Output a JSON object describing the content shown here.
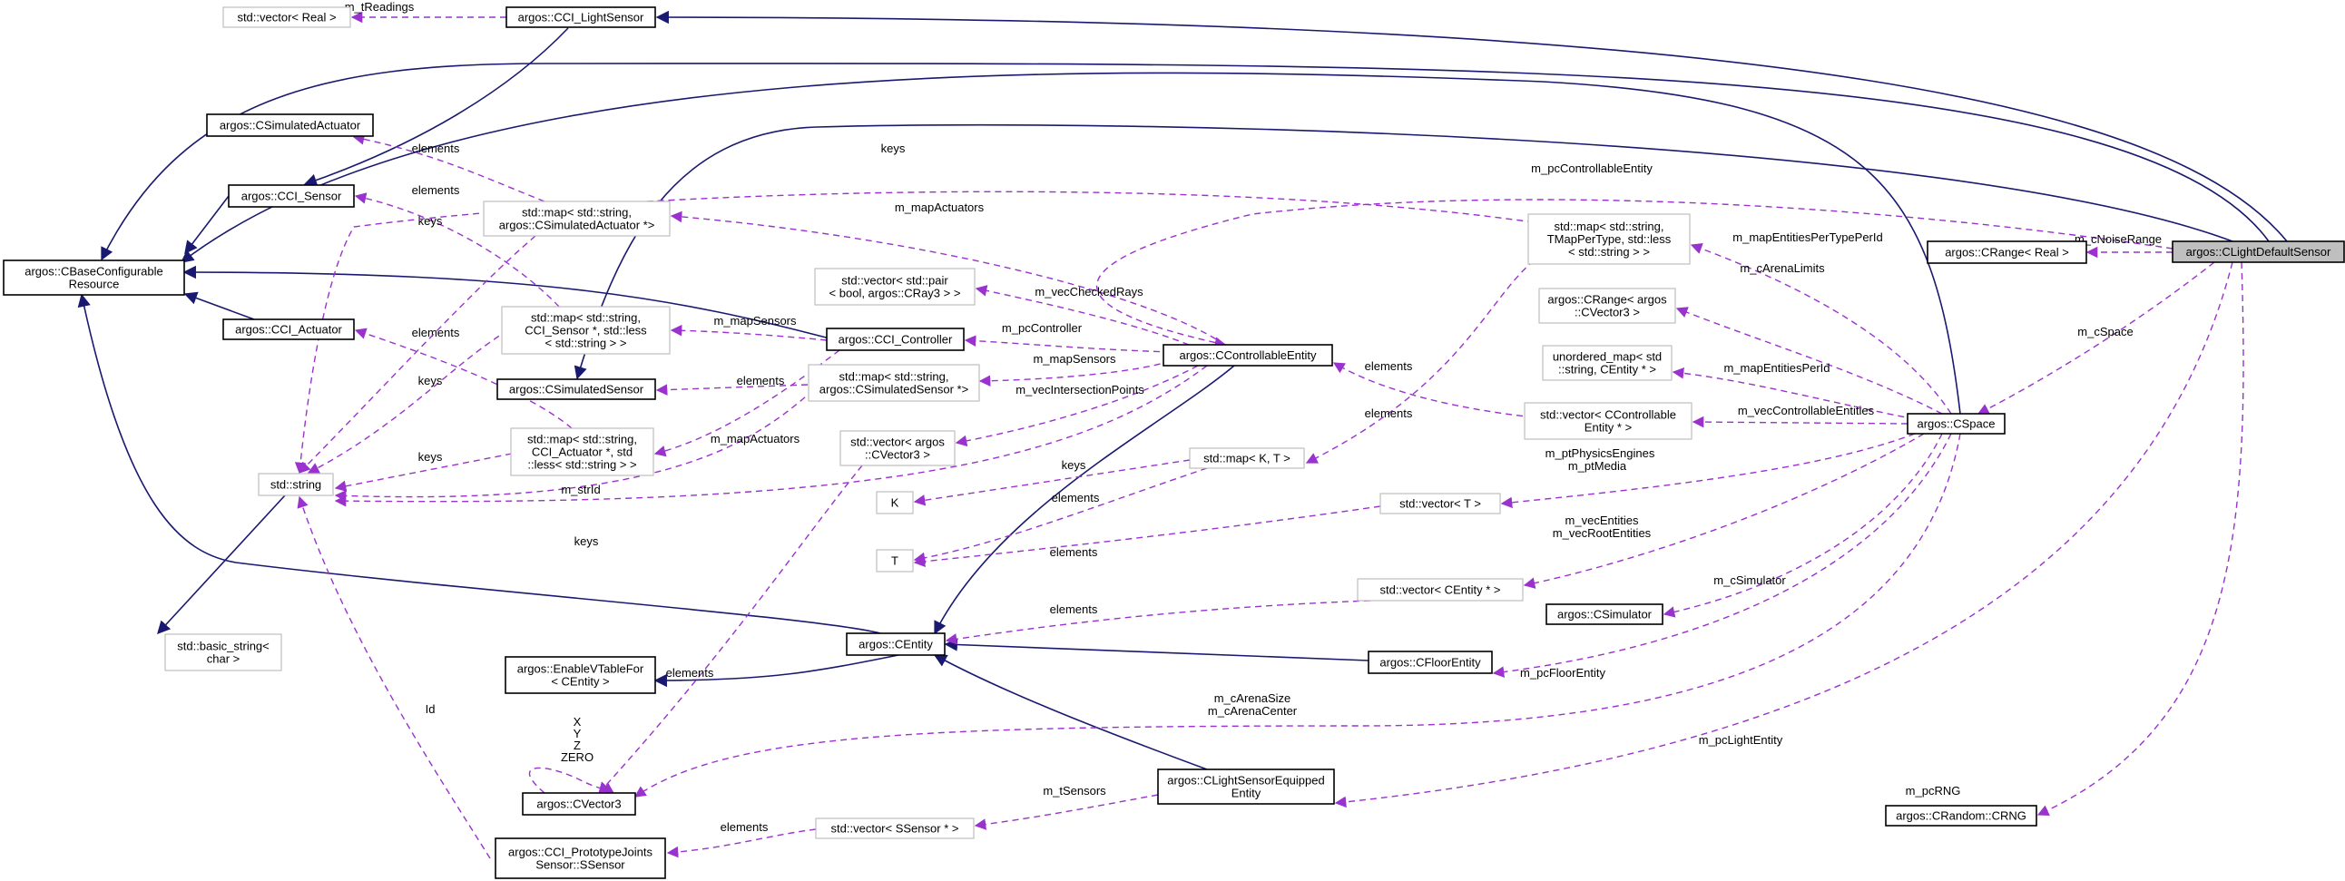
{
  "nodes": {
    "clightdefaultsensor": [
      "argos::CLightDefaultSensor"
    ],
    "ccilightsensor": [
      "argos::CCI_LightSensor"
    ],
    "vectorreal": [
      "std::vector< Real >"
    ],
    "csimactuator": [
      "argos::CSimulatedActuator"
    ],
    "ccisensor": [
      "argos::CCI_Sensor"
    ],
    "cbaseconfig": [
      "argos::CBaseConfigurable",
      "Resource"
    ],
    "cciactuator": [
      "argos::CCI_Actuator"
    ],
    "mapstrsimact": [
      "std::map< std::string,",
      "argos::CSimulatedActuator *>"
    ],
    "mapstrsensor": [
      "std::map< std::string,",
      "CCI_Sensor *, std::less",
      "< std::string > >"
    ],
    "csimsensor": [
      "argos::CSimulatedSensor"
    ],
    "mapstractuator": [
      "std::map< std::string,",
      "CCI_Actuator *, std",
      "::less< std::string > >"
    ],
    "stdstring": [
      "std::string"
    ],
    "basicstring": [
      "std::basic_string<",
      "char >"
    ],
    "vecpairbool": [
      "std::vector< std::pair",
      "< bool, argos::CRay3 > >"
    ],
    "ccicontroller": [
      "argos::CCI_Controller"
    ],
    "mapstrsimsensor": [
      "std::map< std::string,",
      "argos::CSimulatedSensor *>"
    ],
    "vecvector3": [
      "std::vector< argos",
      "::CVector3 >"
    ],
    "ccontrollable": [
      "argos::CControllableEntity"
    ],
    "maptmappertype": [
      "std::map< std::string,",
      "TMapPerType, std::less",
      "< std::string > >"
    ],
    "crangereal": [
      "argos::CRange< Real >"
    ],
    "crangevector3": [
      "argos::CRange< argos",
      "::CVector3 >"
    ],
    "unorderedmap": [
      "unordered_map< std",
      "::string, CEntity * >"
    ],
    "veccontrollable": [
      "std::vector< CControllable",
      "Entity * >"
    ],
    "cspace": [
      "argos::CSpace"
    ],
    "mapkt": [
      "std::map< K, T >"
    ],
    "k": [
      "K"
    ],
    "t": [
      "T"
    ],
    "vectort": [
      "std::vector< T >"
    ],
    "vecentity": [
      "std::vector< CEntity * >"
    ],
    "csimulator": [
      "argos::CSimulator"
    ],
    "centity": [
      "argos::CEntity"
    ],
    "enablevtable": [
      "argos::EnableVTableFor",
      "< CEntity >"
    ],
    "cfloorentity": [
      "argos::CFloorEntity"
    ],
    "cvector3": [
      "argos::CVector3"
    ],
    "clightequipped": [
      "argos::CLightSensorEquipped",
      "Entity"
    ],
    "vecssensor": [
      "std::vector< SSensor * >"
    ],
    "prototypejoints": [
      "argos::CCI_PrototypeJoints",
      "Sensor::SSensor"
    ],
    "crandomcrng": [
      "argos::CRandom::CRNG"
    ]
  },
  "edges": [
    {
      "from": "clightdefaultsensor",
      "to": "ccilightsensor",
      "kind": "inherit",
      "label": []
    },
    {
      "from": "clightdefaultsensor",
      "to": "cbaseconfig",
      "kind": "inherit",
      "label": []
    },
    {
      "from": "clightdefaultsensor",
      "to": "csimsensor",
      "kind": "inherit",
      "label": []
    },
    {
      "from": "ccilightsensor",
      "to": "ccisensor",
      "kind": "inherit",
      "label": []
    },
    {
      "from": "ccisensor",
      "to": "cbaseconfig",
      "kind": "inherit",
      "label": []
    },
    {
      "from": "cciactuator",
      "to": "cbaseconfig",
      "kind": "inherit",
      "label": []
    },
    {
      "from": "ccicontroller",
      "to": "cbaseconfig",
      "kind": "inherit",
      "label": []
    },
    {
      "from": "centity",
      "to": "cbaseconfig",
      "kind": "inherit",
      "label": []
    },
    {
      "from": "cspace",
      "to": "cbaseconfig",
      "kind": "inherit",
      "label": []
    },
    {
      "from": "stdstring",
      "to": "basicstring",
      "kind": "inherit",
      "label": []
    },
    {
      "from": "centity",
      "to": "enablevtable",
      "kind": "inherit",
      "label": []
    },
    {
      "from": "ccontrollable",
      "to": "centity",
      "kind": "inherit",
      "label": []
    },
    {
      "from": "cfloorentity",
      "to": "centity",
      "kind": "inherit",
      "label": []
    },
    {
      "from": "clightequipped",
      "to": "centity",
      "kind": "inherit",
      "label": []
    },
    {
      "from": "ccilightsensor",
      "to": "vectorreal",
      "kind": "use",
      "label": [
        "m_tReadings"
      ]
    },
    {
      "from": "mapstrsimact",
      "to": "csimactuator",
      "kind": "use",
      "label": [
        "elements"
      ]
    },
    {
      "from": "mapstrsensor",
      "to": "ccisensor",
      "kind": "use",
      "label": [
        "elements"
      ]
    },
    {
      "from": "mapstractuator",
      "to": "cciactuator",
      "kind": "use",
      "label": [
        "elements"
      ]
    },
    {
      "from": "mapstrsimact",
      "to": "stdstring",
      "kind": "use",
      "label": [
        "keys"
      ]
    },
    {
      "from": "mapstrsensor",
      "to": "stdstring",
      "kind": "use",
      "label": [
        "keys"
      ]
    },
    {
      "from": "mapstractuator",
      "to": "stdstring",
      "kind": "use",
      "label": [
        "keys"
      ]
    },
    {
      "from": "maptmappertype",
      "to": "stdstring",
      "kind": "use",
      "label": [
        "keys"
      ]
    },
    {
      "from": "mapstrsimsensor",
      "to": "stdstring",
      "kind": "use",
      "label": [
        "keys"
      ]
    },
    {
      "from": "ccontrollable",
      "to": "stdstring",
      "kind": "use",
      "label": [
        "m_strId"
      ]
    },
    {
      "from": "prototypejoints",
      "to": "stdstring",
      "kind": "use",
      "label": [
        "Id"
      ]
    },
    {
      "from": "ccicontroller",
      "to": "mapstrsensor",
      "kind": "use",
      "label": [
        "m_mapSensors"
      ]
    },
    {
      "from": "ccicontroller",
      "to": "mapstractuator",
      "kind": "use",
      "label": [
        "m_mapActuators"
      ]
    },
    {
      "from": "ccontrollable",
      "to": "mapstrsimact",
      "kind": "use",
      "label": [
        "m_mapActuators"
      ]
    },
    {
      "from": "ccontrollable",
      "to": "vecpairbool",
      "kind": "use",
      "label": [
        "m_vecCheckedRays"
      ]
    },
    {
      "from": "ccontrollable",
      "to": "ccicontroller",
      "kind": "use",
      "label": [
        "m_pcController"
      ]
    },
    {
      "from": "ccontrollable",
      "to": "mapstrsimsensor",
      "kind": "use",
      "label": [
        "m_mapSensors"
      ]
    },
    {
      "from": "ccontrollable",
      "to": "vecvector3",
      "kind": "use",
      "label": [
        "m_vecIntersectionPoints"
      ]
    },
    {
      "from": "mapstrsimsensor",
      "to": "csimsensor",
      "kind": "use",
      "label": [
        "elements"
      ]
    },
    {
      "from": "vecvector3",
      "to": "cvector3",
      "kind": "use",
      "label": [
        "elements"
      ]
    },
    {
      "from": "clightdefaultsensor",
      "to": "ccontrollable",
      "kind": "use",
      "label": [
        "m_pcControllableEntity"
      ]
    },
    {
      "from": "clightdefaultsensor",
      "to": "crangereal",
      "kind": "use",
      "label": [
        "m_cNoiseRange"
      ]
    },
    {
      "from": "clightdefaultsensor",
      "to": "cspace",
      "kind": "use",
      "label": [
        "m_cSpace"
      ]
    },
    {
      "from": "clightdefaultsensor",
      "to": "crandomcrng",
      "kind": "use",
      "label": [
        "m_pcRNG"
      ]
    },
    {
      "from": "clightdefaultsensor",
      "to": "clightequipped",
      "kind": "use",
      "label": [
        "m_pcLightEntity"
      ]
    },
    {
      "from": "cspace",
      "to": "maptmappertype",
      "kind": "use",
      "label": [
        "m_mapEntitiesPerTypePerId"
      ]
    },
    {
      "from": "cspace",
      "to": "crangevector3",
      "kind": "use",
      "label": [
        "m_cArenaLimits"
      ]
    },
    {
      "from": "cspace",
      "to": "unorderedmap",
      "kind": "use",
      "label": [
        "m_mapEntitiesPerId"
      ]
    },
    {
      "from": "cspace",
      "to": "veccontrollable",
      "kind": "use",
      "label": [
        "m_vecControllableEntities"
      ]
    },
    {
      "from": "cspace",
      "to": "vectort",
      "kind": "use",
      "label": [
        "m_ptPhysicsEngines",
        "m_ptMedia"
      ]
    },
    {
      "from": "cspace",
      "to": "vecentity",
      "kind": "use",
      "label": [
        "m_vecEntities",
        "m_vecRootEntities"
      ]
    },
    {
      "from": "cspace",
      "to": "csimulator",
      "kind": "use",
      "label": [
        "m_cSimulator"
      ]
    },
    {
      "from": "cspace",
      "to": "cfloorentity",
      "kind": "use",
      "label": [
        "m_pcFloorEntity"
      ]
    },
    {
      "from": "cspace",
      "to": "cvector3",
      "kind": "use",
      "label": [
        "m_cArenaSize",
        "m_cArenaCenter"
      ]
    },
    {
      "from": "veccontrollable",
      "to": "ccontrollable",
      "kind": "use",
      "label": [
        "elements"
      ]
    },
    {
      "from": "maptmappertype",
      "to": "mapkt",
      "kind": "use",
      "label": [
        "elements"
      ]
    },
    {
      "from": "mapkt",
      "to": "k",
      "kind": "use",
      "label": [
        "keys"
      ]
    },
    {
      "from": "mapkt",
      "to": "t",
      "kind": "use",
      "label": [
        "elements"
      ]
    },
    {
      "from": "vectort",
      "to": "t",
      "kind": "use",
      "label": [
        "elements"
      ]
    },
    {
      "from": "vecentity",
      "to": "centity",
      "kind": "use",
      "label": [
        "elements"
      ]
    },
    {
      "from": "cvector3",
      "to": "cvector3",
      "kind": "use",
      "label": [
        "X",
        "Y",
        "Z",
        "ZERO"
      ]
    },
    {
      "from": "clightequipped",
      "to": "vecssensor",
      "kind": "use",
      "label": [
        "m_tSensors"
      ]
    },
    {
      "from": "vecssensor",
      "to": "prototypejoints",
      "kind": "use",
      "label": [
        "elements"
      ]
    }
  ]
}
